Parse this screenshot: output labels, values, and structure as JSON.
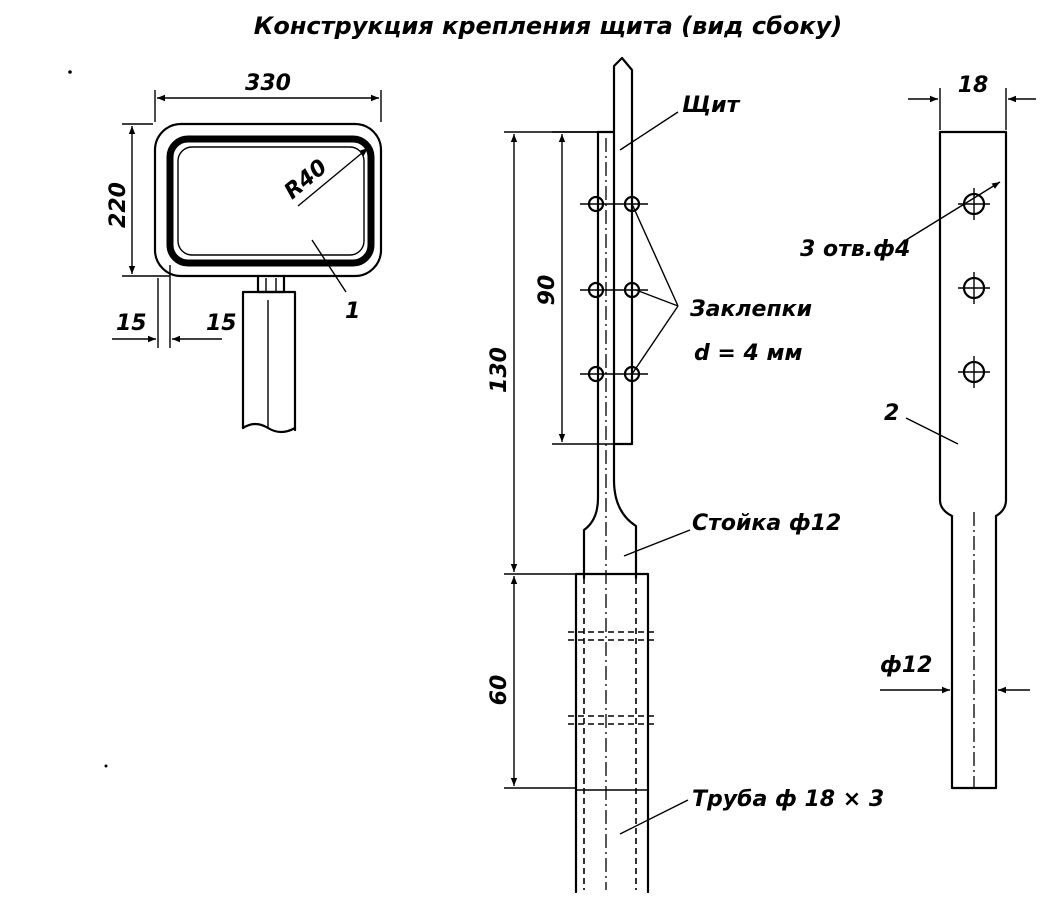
{
  "title": "Конструкция крепления щита (вид сбоку)",
  "plate_view": {
    "dim_width": "330",
    "dim_height": "220",
    "dim_radius": "R40",
    "dim_left_offset": "15",
    "dim_right_offset": "15",
    "part_number": "1"
  },
  "side_view": {
    "label_shield": "Щит",
    "label_rivets_line1": "Заклепки",
    "label_rivets_line2": "d = 4 мм",
    "label_post": "Стойка ф12",
    "label_tube": "Труба ф 18 × 3",
    "dim_total": "130",
    "dim_rivets": "90",
    "dim_tube": "60"
  },
  "bracket_view": {
    "dim_width": "18",
    "label_holes": "3 отв.ф4",
    "part_number": "2",
    "dim_rod": "ф12"
  }
}
